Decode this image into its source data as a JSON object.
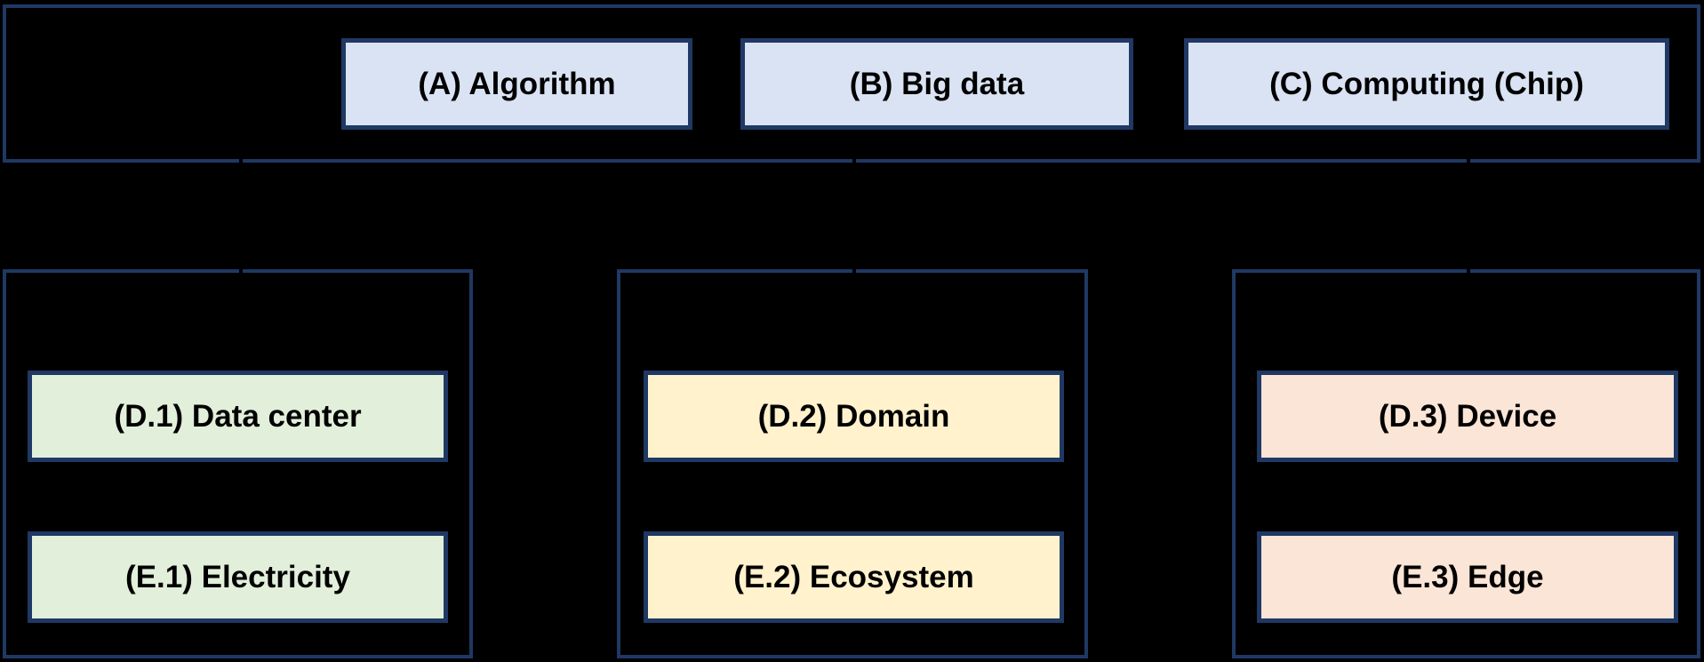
{
  "palette": {
    "background": "#000000",
    "border": "#1f3864",
    "text": "#000000",
    "connector": "#000000",
    "blue_fill": "#dae3f3",
    "green_fill": "#e2efda",
    "yellow_fill": "#fff2cc",
    "peach_fill": "#fbe5d6"
  },
  "top_group": {
    "boxes": [
      {
        "label": "(A) Algorithm",
        "fill": "#dae3f3"
      },
      {
        "label": "(B) Big data",
        "fill": "#dae3f3"
      },
      {
        "label": "(C) Computing (Chip)",
        "fill": "#dae3f3"
      }
    ]
  },
  "columns": [
    {
      "boxes": [
        {
          "label": "(D.1) Data center",
          "fill": "#e2efda"
        },
        {
          "label": "(E.1) Electricity",
          "fill": "#e2efda"
        }
      ]
    },
    {
      "boxes": [
        {
          "label": "(D.2) Domain",
          "fill": "#fff2cc"
        },
        {
          "label": "(E.2) Ecosystem",
          "fill": "#fff2cc"
        }
      ]
    },
    {
      "boxes": [
        {
          "label": "(D.3) Device",
          "fill": "#fbe5d6"
        },
        {
          "label": "(E.3) Edge",
          "fill": "#fbe5d6"
        }
      ]
    }
  ]
}
